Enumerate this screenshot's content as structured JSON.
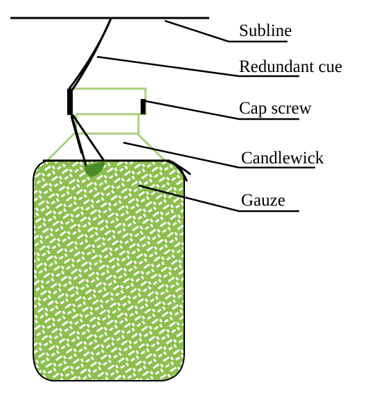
{
  "labels": {
    "subline": "Subline",
    "redundant_cue": "Redundant cue",
    "cap_screw": "Cap screw",
    "candlewick": "Candlewick",
    "gauze": "Gauze"
  },
  "colors": {
    "line": "#000000",
    "green": "#8cbf4f",
    "gauze_fill": "#8cbf4f",
    "wick_dark": "#4a8a2a",
    "background": "#ffffff"
  }
}
